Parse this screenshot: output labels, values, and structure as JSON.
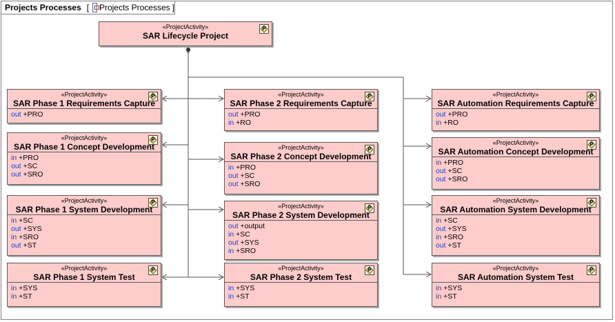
{
  "diagram": {
    "title": "Projects Processes",
    "bracket_open": "[",
    "ref_label": "Projects Processes",
    "bracket_close": "]"
  },
  "nodes": {
    "lifecycle": {
      "stereotype": "«ProjectActivity»",
      "name": "SAR Lifecycle Project",
      "params": []
    },
    "p1_req": {
      "stereotype": "«ProjectActivity»",
      "name": "SAR Phase 1 Requirements Capture",
      "params": [
        {
          "dir": "out",
          "name": "+PRO"
        }
      ]
    },
    "p1_concept": {
      "stereotype": "«ProjectActivity»",
      "name": "SAR Phase 1 Concept Development",
      "params": [
        {
          "dir": "in",
          "name": "+PRO"
        },
        {
          "dir": "out",
          "name": "+SC"
        },
        {
          "dir": "out",
          "name": "+SRO"
        }
      ]
    },
    "p1_sys": {
      "stereotype": "«ProjectActivity»",
      "name": "SAR Phase 1 System Development",
      "params": [
        {
          "dir": "in",
          "name": "+SC"
        },
        {
          "dir": "out",
          "name": "+SYS"
        },
        {
          "dir": "in",
          "name": "+SRO"
        },
        {
          "dir": "out",
          "name": "+ST"
        }
      ]
    },
    "p1_test": {
      "stereotype": "«ProjectActivity»",
      "name": "SAR Phase 1 System Test",
      "params": [
        {
          "dir": "in",
          "name": "+SYS"
        },
        {
          "dir": "in",
          "name": "+ST"
        }
      ]
    },
    "p2_req": {
      "stereotype": "«ProjectActivity»",
      "name": "SAR Phase 2 Requirements Capture",
      "params": [
        {
          "dir": "out",
          "name": "+PRO"
        },
        {
          "dir": "in",
          "name": "+RO"
        }
      ]
    },
    "p2_concept": {
      "stereotype": "«ProjectActivity»",
      "name": "SAR Phase 2 Concept Development",
      "params": [
        {
          "dir": "in",
          "name": "+PRO"
        },
        {
          "dir": "out",
          "name": "+SC"
        },
        {
          "dir": "out",
          "name": "+SRO"
        }
      ]
    },
    "p2_sys": {
      "stereotype": "«ProjectActivity»",
      "name": "SAR Phase 2 System Development",
      "params": [
        {
          "dir": "out",
          "name": "+output"
        },
        {
          "dir": "in",
          "name": "+SC"
        },
        {
          "dir": "out",
          "name": "+SYS"
        },
        {
          "dir": "in",
          "name": "+SRO"
        }
      ]
    },
    "p2_test": {
      "stereotype": "«ProjectActivity»",
      "name": "SAR Phase 2 System Test",
      "params": [
        {
          "dir": "in",
          "name": "+SYS"
        },
        {
          "dir": "in",
          "name": "+ST"
        }
      ]
    },
    "auto_req": {
      "stereotype": "«ProjectActivity»",
      "name": "SAR Automation Requirements Capture",
      "params": [
        {
          "dir": "out",
          "name": "+PRO"
        },
        {
          "dir": "in",
          "name": "+RO"
        }
      ]
    },
    "auto_concept": {
      "stereotype": "«ProjectActivity»",
      "name": "SAR Automation Concept Development",
      "params": [
        {
          "dir": "in",
          "name": "+PRO"
        },
        {
          "dir": "out",
          "name": "+SC"
        },
        {
          "dir": "out",
          "name": "+SRO"
        }
      ]
    },
    "auto_sys": {
      "stereotype": "«ProjectActivity»",
      "name": "SAR Automation System Development",
      "params": [
        {
          "dir": "in",
          "name": "+SC"
        },
        {
          "dir": "out",
          "name": "+SYS"
        },
        {
          "dir": "in",
          "name": "+SRO"
        },
        {
          "dir": "out",
          "name": "+ST"
        }
      ]
    },
    "auto_test": {
      "stereotype": "«ProjectActivity»",
      "name": "SAR Automation System Test",
      "params": [
        {
          "dir": "in",
          "name": "+SYS"
        },
        {
          "dir": "in",
          "name": "+ST"
        }
      ]
    }
  },
  "colors": {
    "node_fill": "#ffcccc",
    "direction_keyword": "#1a3fd1",
    "connector": "#555555"
  }
}
